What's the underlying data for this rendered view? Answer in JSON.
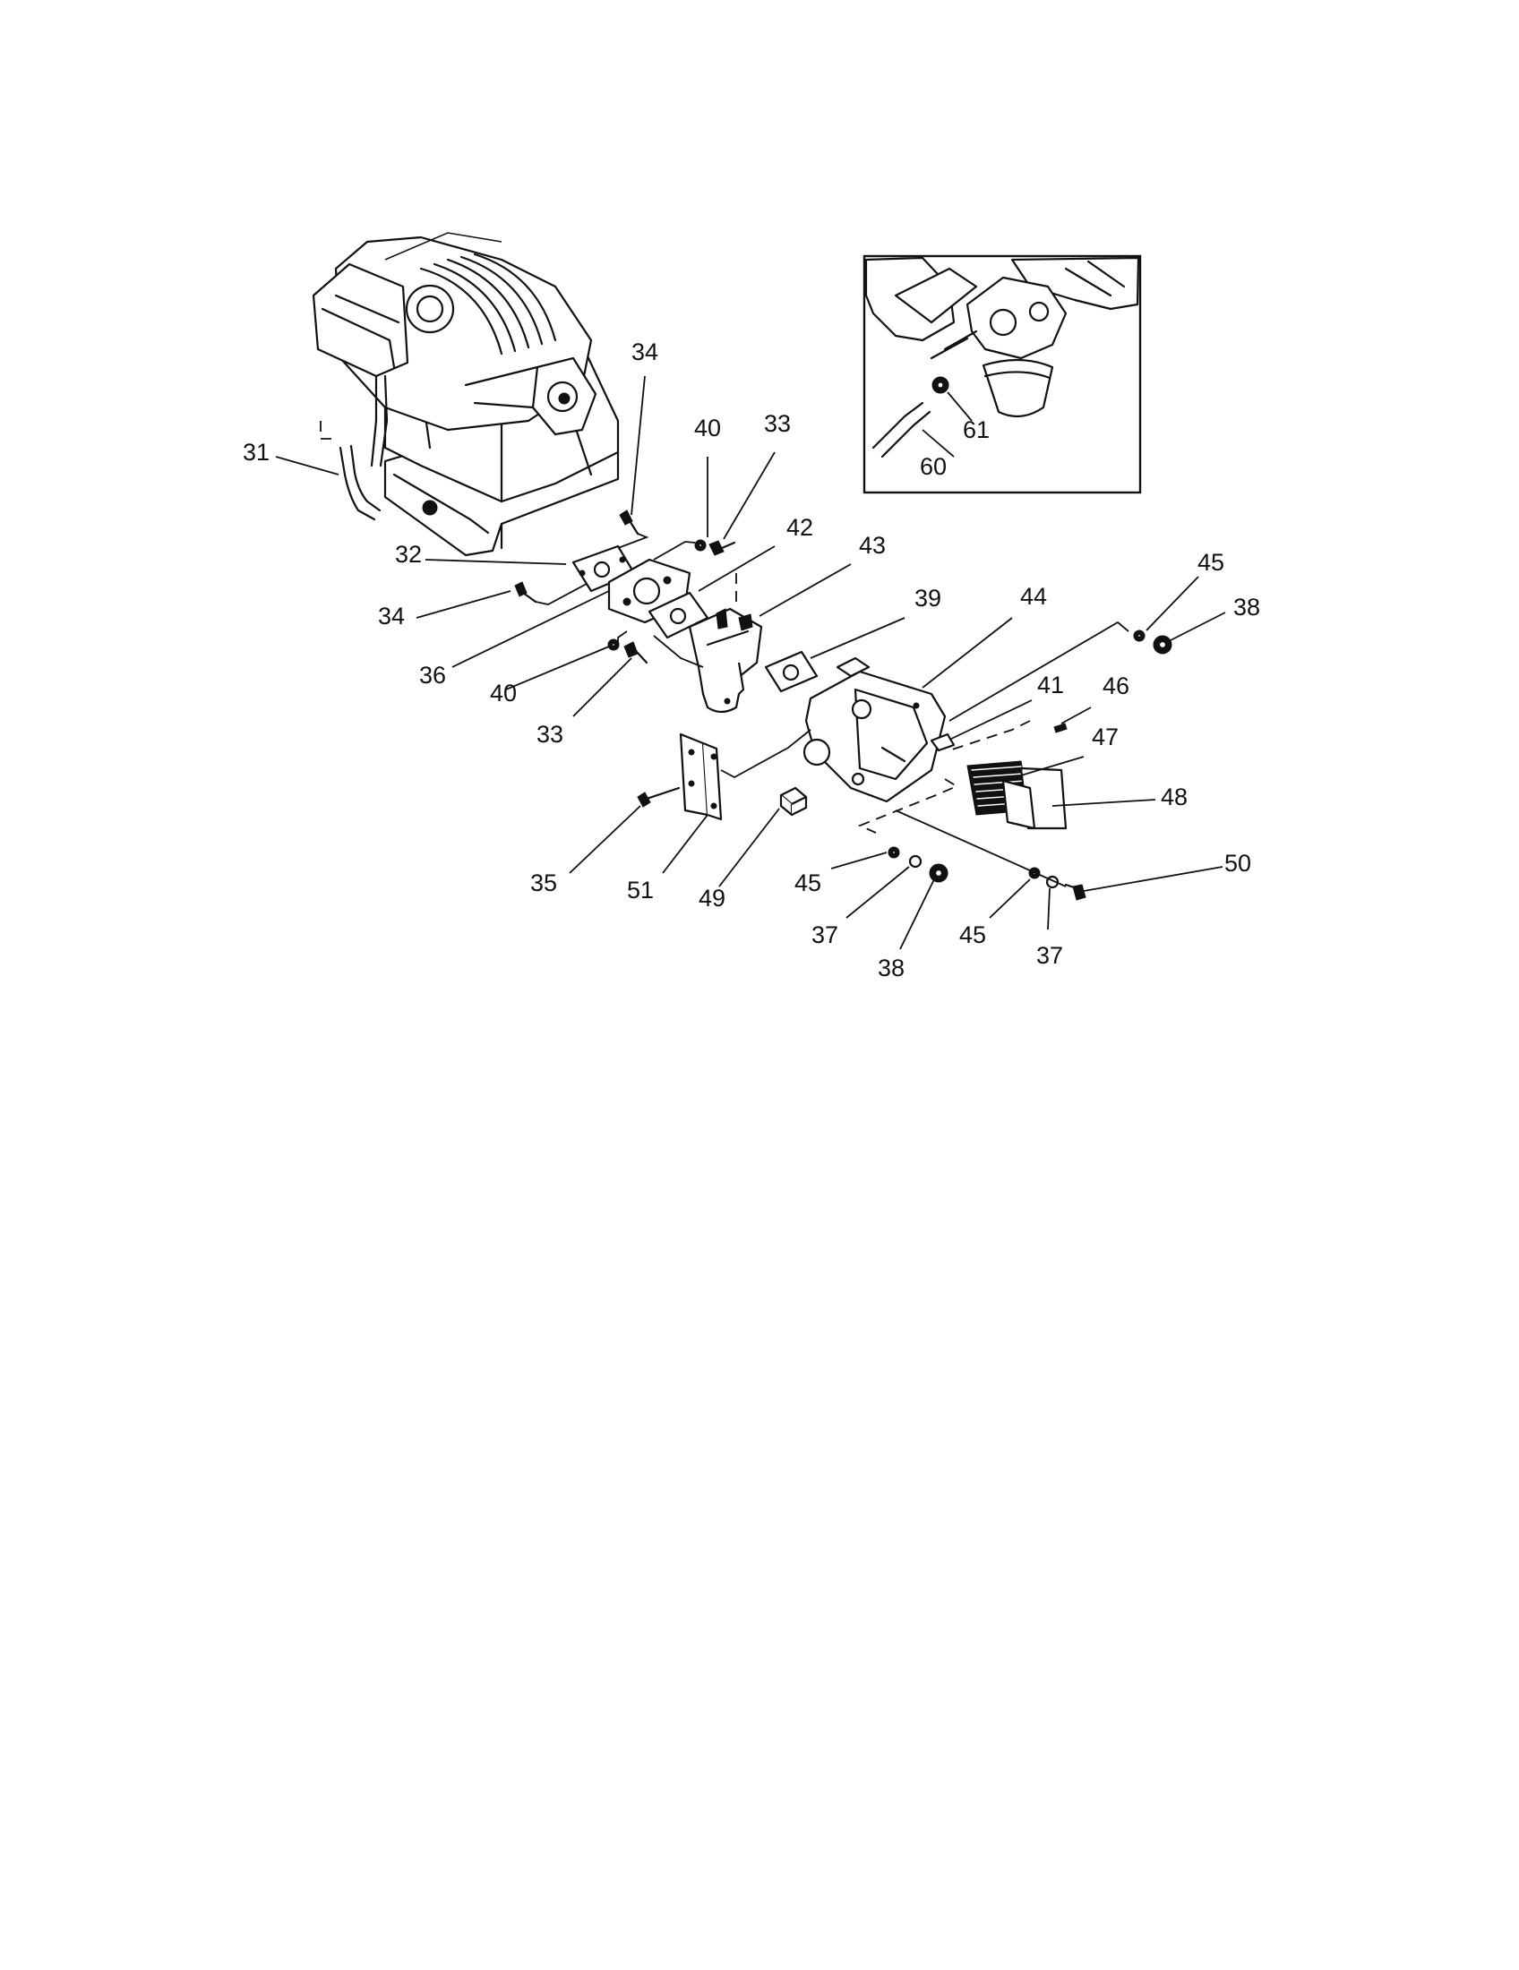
{
  "diagram": {
    "callouts": [
      {
        "id": "c31",
        "label": "31"
      },
      {
        "id": "c32",
        "label": "32"
      },
      {
        "id": "c33a",
        "label": "33"
      },
      {
        "id": "c33b",
        "label": "33"
      },
      {
        "id": "c34a",
        "label": "34"
      },
      {
        "id": "c34b",
        "label": "34"
      },
      {
        "id": "c35",
        "label": "35"
      },
      {
        "id": "c36",
        "label": "36"
      },
      {
        "id": "c37a",
        "label": "37"
      },
      {
        "id": "c37b",
        "label": "37"
      },
      {
        "id": "c38a",
        "label": "38"
      },
      {
        "id": "c38b",
        "label": "38"
      },
      {
        "id": "c39",
        "label": "39"
      },
      {
        "id": "c40a",
        "label": "40"
      },
      {
        "id": "c40b",
        "label": "40"
      },
      {
        "id": "c41",
        "label": "41"
      },
      {
        "id": "c42",
        "label": "42"
      },
      {
        "id": "c43",
        "label": "43"
      },
      {
        "id": "c44",
        "label": "44"
      },
      {
        "id": "c45a",
        "label": "45"
      },
      {
        "id": "c45b",
        "label": "45"
      },
      {
        "id": "c45c",
        "label": "45"
      },
      {
        "id": "c46",
        "label": "46"
      },
      {
        "id": "c47",
        "label": "47"
      },
      {
        "id": "c48",
        "label": "48"
      },
      {
        "id": "c49",
        "label": "49"
      },
      {
        "id": "c50",
        "label": "50"
      },
      {
        "id": "c51",
        "label": "51"
      },
      {
        "id": "c60",
        "label": "60"
      },
      {
        "id": "c61",
        "label": "61"
      }
    ]
  }
}
